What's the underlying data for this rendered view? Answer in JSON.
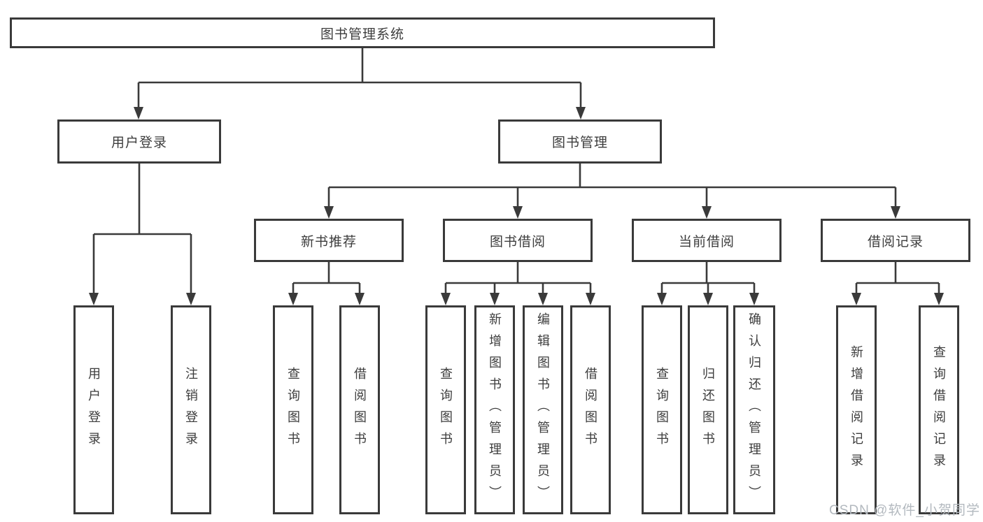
{
  "diagram": {
    "title": "图书管理系统",
    "tree": {
      "root": {
        "label": "图书管理系统"
      },
      "branches": [
        {
          "label": "用户登录",
          "children": [
            {
              "label": "用户登录"
            },
            {
              "label": "注销登录"
            }
          ]
        },
        {
          "label": "图书管理",
          "children": [
            {
              "label": "新书推荐",
              "children": [
                {
                  "label": "查询图书"
                },
                {
                  "label": "借阅图书"
                }
              ]
            },
            {
              "label": "图书借阅",
              "children": [
                {
                  "label": "查询图书"
                },
                {
                  "label": "新增图书（管理员）"
                },
                {
                  "label": "编辑图书（管理员）"
                },
                {
                  "label": "借阅图书"
                }
              ]
            },
            {
              "label": "当前借阅",
              "children": [
                {
                  "label": "查询图书"
                },
                {
                  "label": "归还图书"
                },
                {
                  "label": "确认归还（管理员）"
                }
              ]
            },
            {
              "label": "借阅记录",
              "children": [
                {
                  "label": "新增借阅记录"
                },
                {
                  "label": "查询借阅记录"
                }
              ]
            }
          ]
        }
      ]
    },
    "watermark": {
      "text": "CSDN @软件_小贺同学"
    },
    "colors": {
      "line": "#3a3a3a",
      "text": "#3d3d3d",
      "box_background": "#ffffff",
      "page_background": "#ffffff",
      "watermark": "#b3b9bf"
    }
  }
}
